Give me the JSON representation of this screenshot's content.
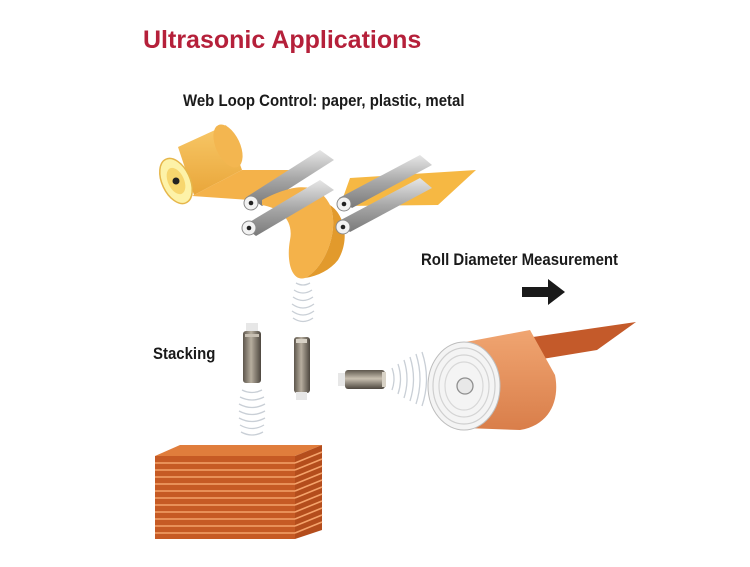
{
  "title": "Ultrasonic Applications",
  "labels": {
    "web_loop": "Web Loop Control: paper, plastic, metal",
    "roll_diameter": "Roll Diameter Measurement",
    "stacking": "Stacking"
  },
  "colors": {
    "title": "#b5203a",
    "web": "#f6b843",
    "web_dark": "#e8a32e",
    "roll_outer": "#e8955f",
    "sheet": "#c45a2a",
    "sensor": "#7d7468",
    "arrow": "#1a1a1a"
  },
  "icons": [
    "right-arrow-icon",
    "ultrasonic-sensor-icon",
    "sound-wave-icon"
  ]
}
